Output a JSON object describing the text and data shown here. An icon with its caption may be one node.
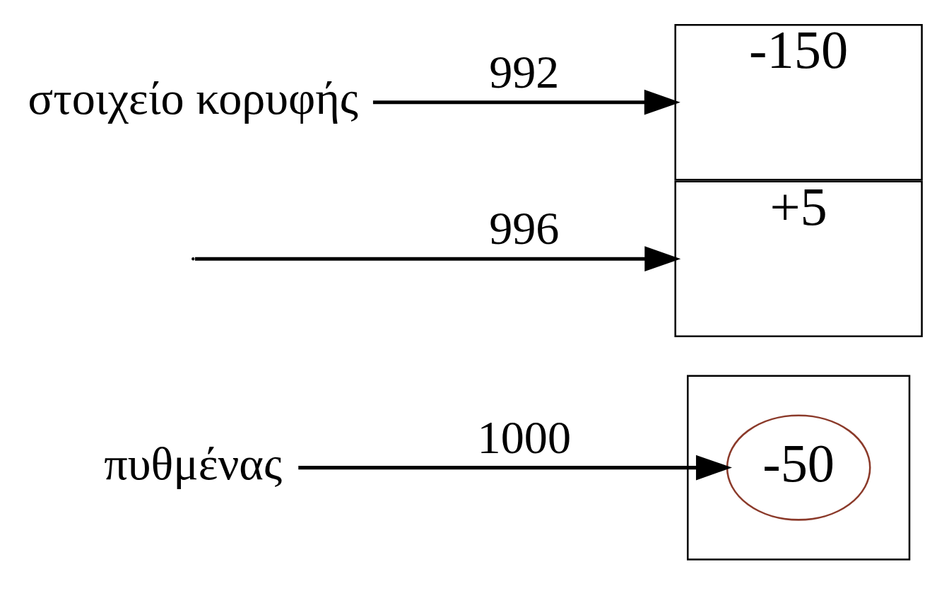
{
  "diagram": {
    "nodes": [
      {
        "text": [
          "στοιχείο κορυφής"
        ]
      },
      {
        "text": [
          "-150"
        ]
      },
      {
        "text": [
          "+5"
        ]
      },
      {
        "text": [
          "πυθμένας"
        ]
      },
      {
        "text": [],
        "shape": "box"
      },
      {
        "text": [
          "-50"
        ],
        "in": 4
      }
    ],
    "edges": [
      {
        "from": 0,
        "to": 1,
        "arrow": "to",
        "label": "992"
      },
      {
        "from": null,
        "to": 2,
        "arrow": "to",
        "label": "996"
      },
      {
        "from": 3,
        "to": 5,
        "arrow": "to",
        "label": "1000"
      }
    ]
  }
}
